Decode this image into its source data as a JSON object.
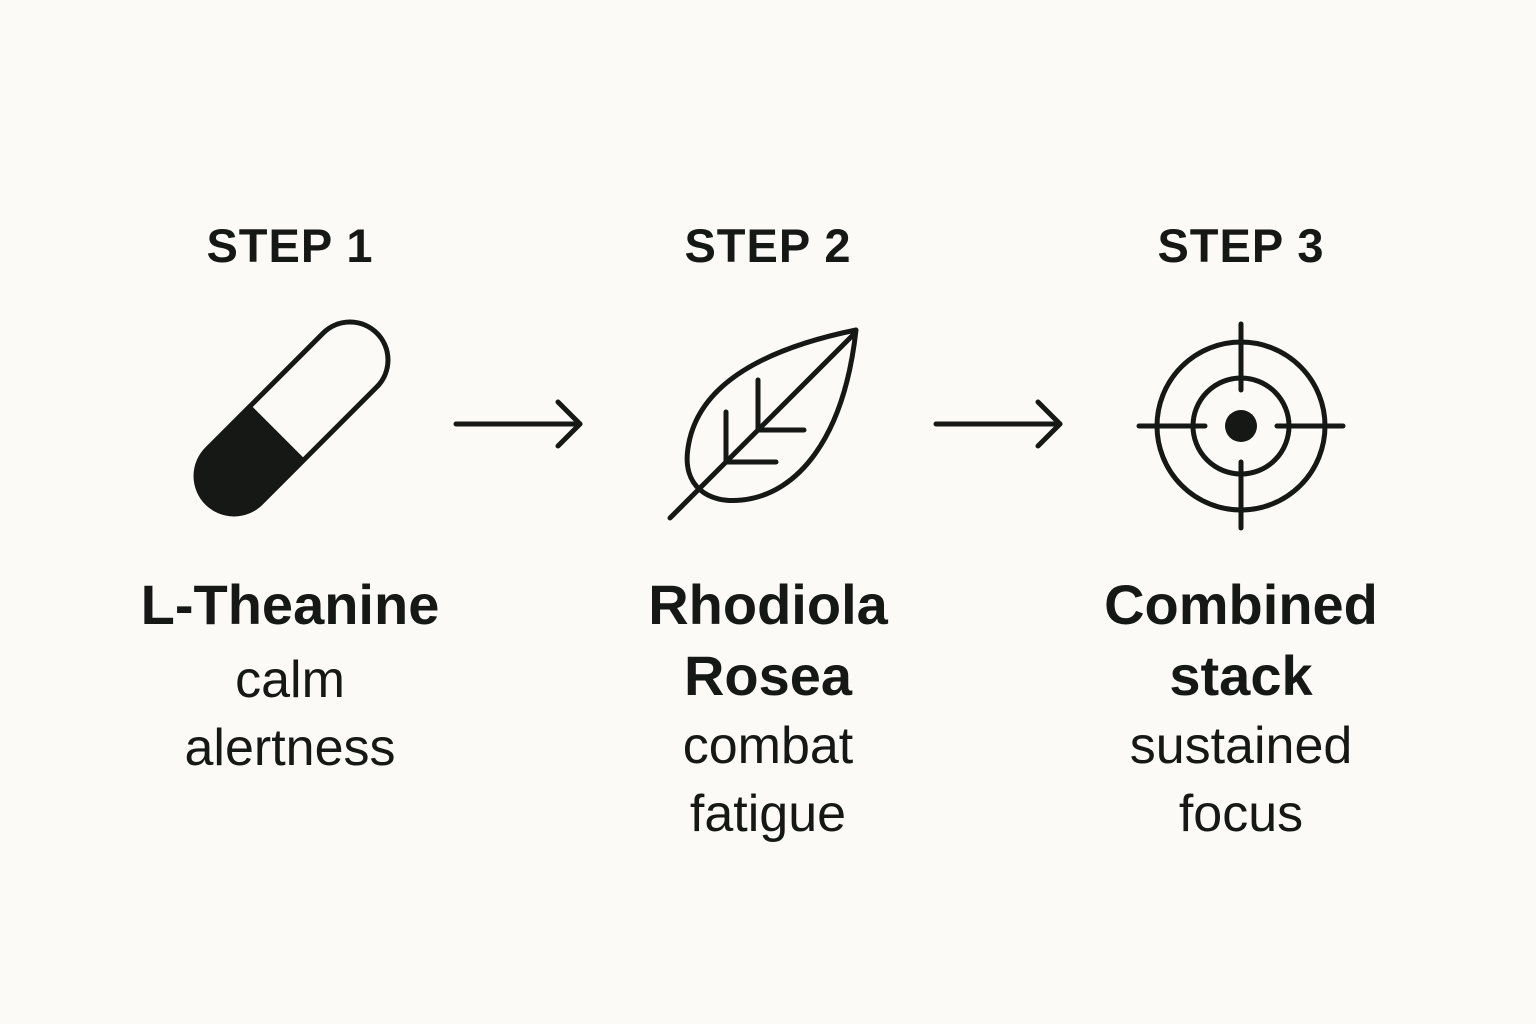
{
  "steps": [
    {
      "label": "STEP 1",
      "icon": "capsule-icon",
      "name": "L-Theanine",
      "description": "calm\nalertness"
    },
    {
      "label": "STEP 2",
      "icon": "leaf-icon",
      "name": "Rhodiola\nRosea",
      "description": "combat\nfatigue"
    },
    {
      "label": "STEP 3",
      "icon": "target-icon",
      "name": "Combined\nstack",
      "description": "sustained\nfocus"
    }
  ],
  "arrows": [
    "arrow-right-icon",
    "arrow-right-icon"
  ],
  "colors": {
    "background": "#fbfaf6",
    "ink": "#161816"
  }
}
